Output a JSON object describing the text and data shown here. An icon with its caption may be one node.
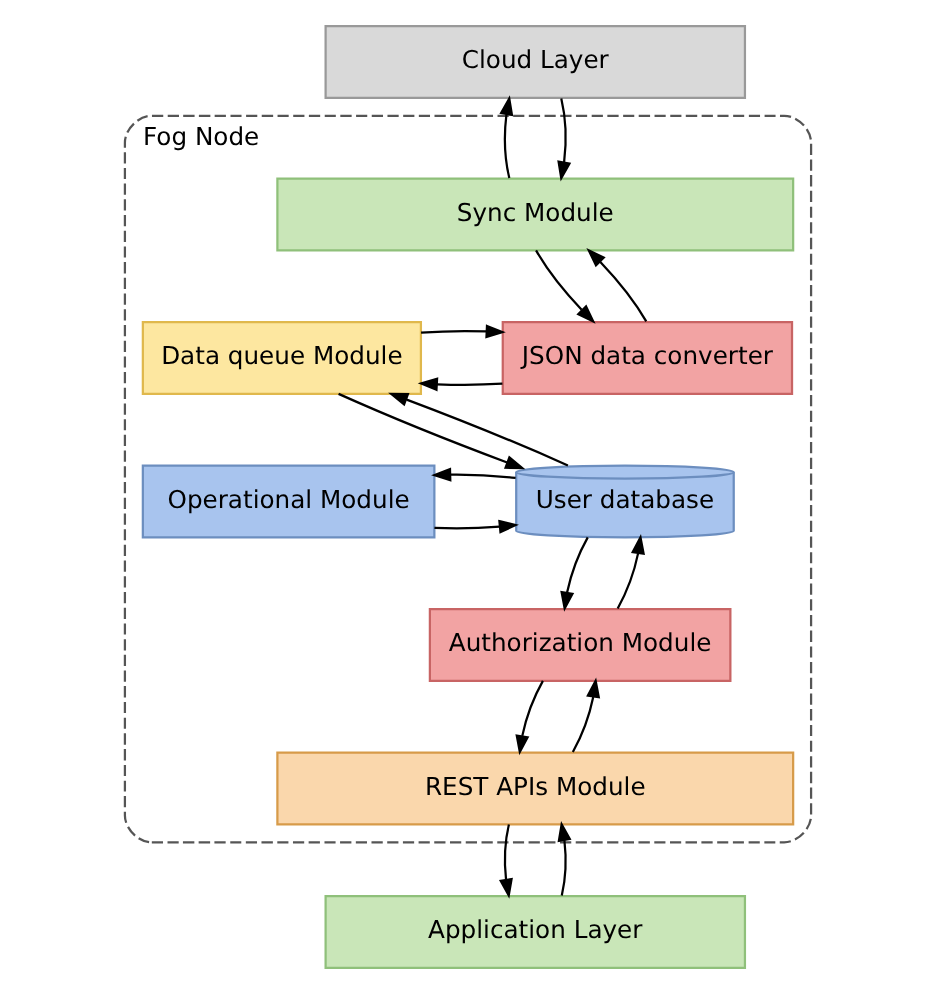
{
  "diagram": {
    "nodes": [
      {
        "text": [
          "Cloud Layer"
        ]
      },
      {
        "text": [
          "Fog Node"
        ]
      },
      {
        "text": [
          "Sync Module"
        ],
        "in": 1
      },
      {
        "text": [
          "Data queue Module"
        ],
        "in": 1
      },
      {
        "text": [
          "JSON data converter"
        ],
        "in": 1
      },
      {
        "text": [
          "User database"
        ],
        "in": 1
      },
      {
        "text": [
          "Operational Module"
        ],
        "in": 1
      },
      {
        "text": [
          "Authorization Module"
        ],
        "in": 1
      },
      {
        "text": [
          "REST APIs Module"
        ],
        "in": 1
      },
      {
        "text": [
          "Application Layer"
        ]
      }
    ],
    "edges": [
      {
        "from": 2,
        "to": 0,
        "arrow": "to"
      },
      {
        "from": 0,
        "to": 2,
        "arrow": "to"
      },
      {
        "from": 2,
        "to": 4,
        "arrow": "to"
      },
      {
        "from": 4,
        "to": 2,
        "arrow": "to"
      },
      {
        "from": 4,
        "to": 3,
        "arrow": "to"
      },
      {
        "from": 3,
        "to": 4,
        "arrow": "to"
      },
      {
        "from": 5,
        "to": 3,
        "arrow": "to"
      },
      {
        "from": 3,
        "to": 5,
        "arrow": "to"
      },
      {
        "from": 6,
        "to": 5,
        "arrow": "to"
      },
      {
        "from": 5,
        "to": 6,
        "arrow": "to"
      },
      {
        "from": 7,
        "to": 5,
        "arrow": "to"
      },
      {
        "from": 5,
        "to": 7,
        "arrow": "to"
      },
      {
        "from": 8,
        "to": 7,
        "arrow": "to"
      },
      {
        "from": 7,
        "to": 8,
        "arrow": "to"
      },
      {
        "from": 9,
        "to": 8,
        "arrow": "to"
      },
      {
        "from": 8,
        "to": 9,
        "arrow": "to"
      }
    ]
  }
}
